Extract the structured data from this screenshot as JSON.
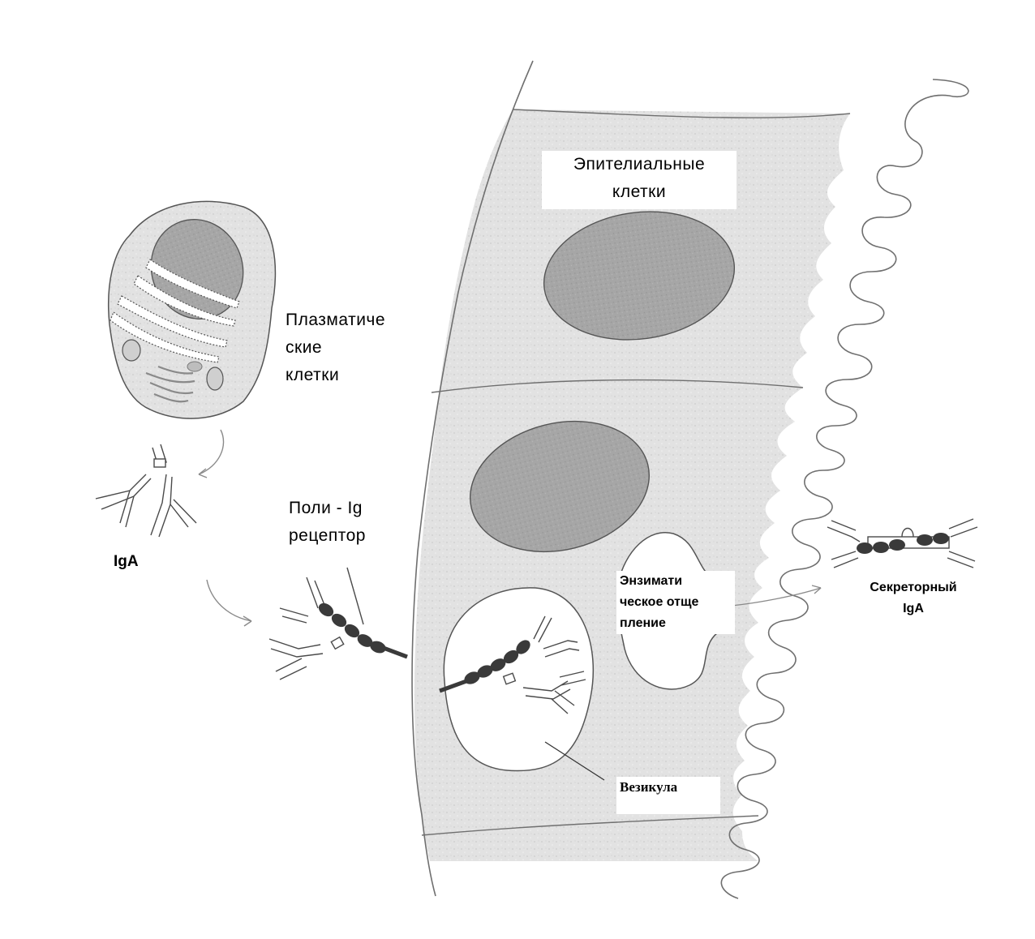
{
  "labels": {
    "epithelial": [
      "Эпителиальные",
      "клетки"
    ],
    "plasma": [
      "Плазматиче",
      "ские",
      "клетки"
    ],
    "iga": "IgA",
    "poly_ig": [
      "Поли - Ig",
      "рецептор"
    ],
    "enzymatic": [
      "Энзимати",
      "ческое отще",
      "пление"
    ],
    "secretory": [
      "Секреторный",
      "IgA"
    ],
    "vesicle": "Везикула"
  },
  "colors": {
    "cell_fill": "#e3e3e3",
    "nucleus_fill": "#a9a9a9",
    "stroke": "#6f6f6f",
    "chain": "#3a3a3a"
  }
}
